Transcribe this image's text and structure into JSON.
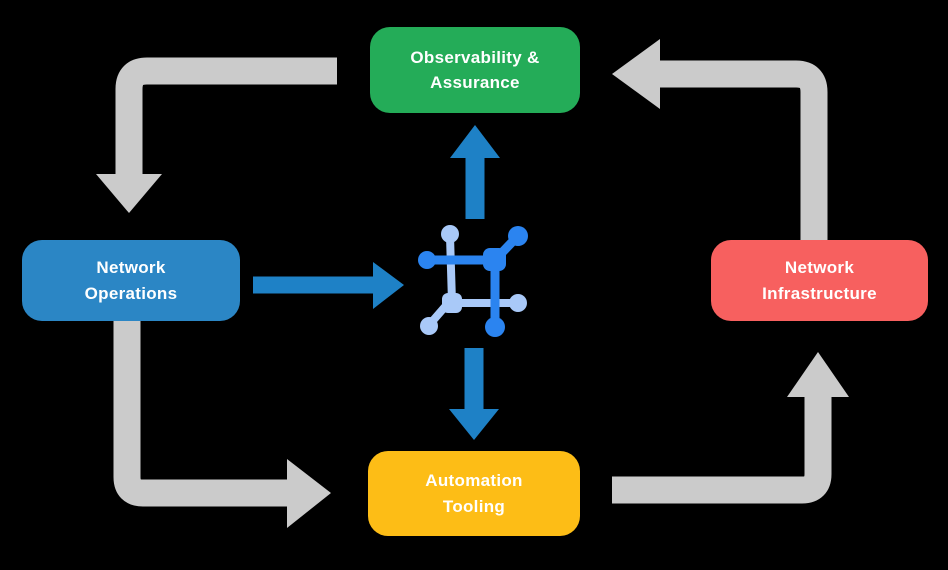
{
  "diagram": {
    "type": "cycle-flow",
    "background": "black"
  },
  "colors": {
    "background": "#000000",
    "observability_green": "#24AC58",
    "operations_blue": "#2B86C5",
    "infrastructure_red": "#F7605F",
    "tooling_yellow": "#FDBD16",
    "flow_arrow_gray": "#CBCBCB",
    "center_arrow_blue": "#1E81C6",
    "icon_blue_dark": "#2B84F0",
    "icon_blue_light": "#A9C9F8",
    "text_white": "#FFFFFF"
  },
  "nodes": {
    "observability": {
      "label": "Observability &\nAssurance",
      "color": "#24AC58"
    },
    "operations": {
      "label": "Network\nOperations",
      "color": "#2B86C5"
    },
    "infrastructure": {
      "label": "Network\nInfrastructure",
      "color": "#F7605F"
    },
    "tooling": {
      "label": "Automation\nTooling",
      "color": "#FDBD16"
    }
  },
  "center": {
    "icon": "network-mesh-icon"
  },
  "edges": {
    "outer_gray_cycle": [
      {
        "from": "observability",
        "to": "operations",
        "shape": "left-then-down"
      },
      {
        "from": "operations",
        "to": "tooling",
        "shape": "down-then-right"
      },
      {
        "from": "tooling",
        "to": "infrastructure",
        "shape": "right-then-up"
      },
      {
        "from": "infrastructure",
        "to": "observability",
        "shape": "up-then-left"
      }
    ],
    "blue_center_arrows": [
      {
        "from": "operations",
        "to": "center-icon",
        "direction": "right"
      },
      {
        "from": "center-icon",
        "to": "observability",
        "direction": "up"
      },
      {
        "from": "center-icon",
        "to": "tooling",
        "direction": "down"
      }
    ]
  }
}
